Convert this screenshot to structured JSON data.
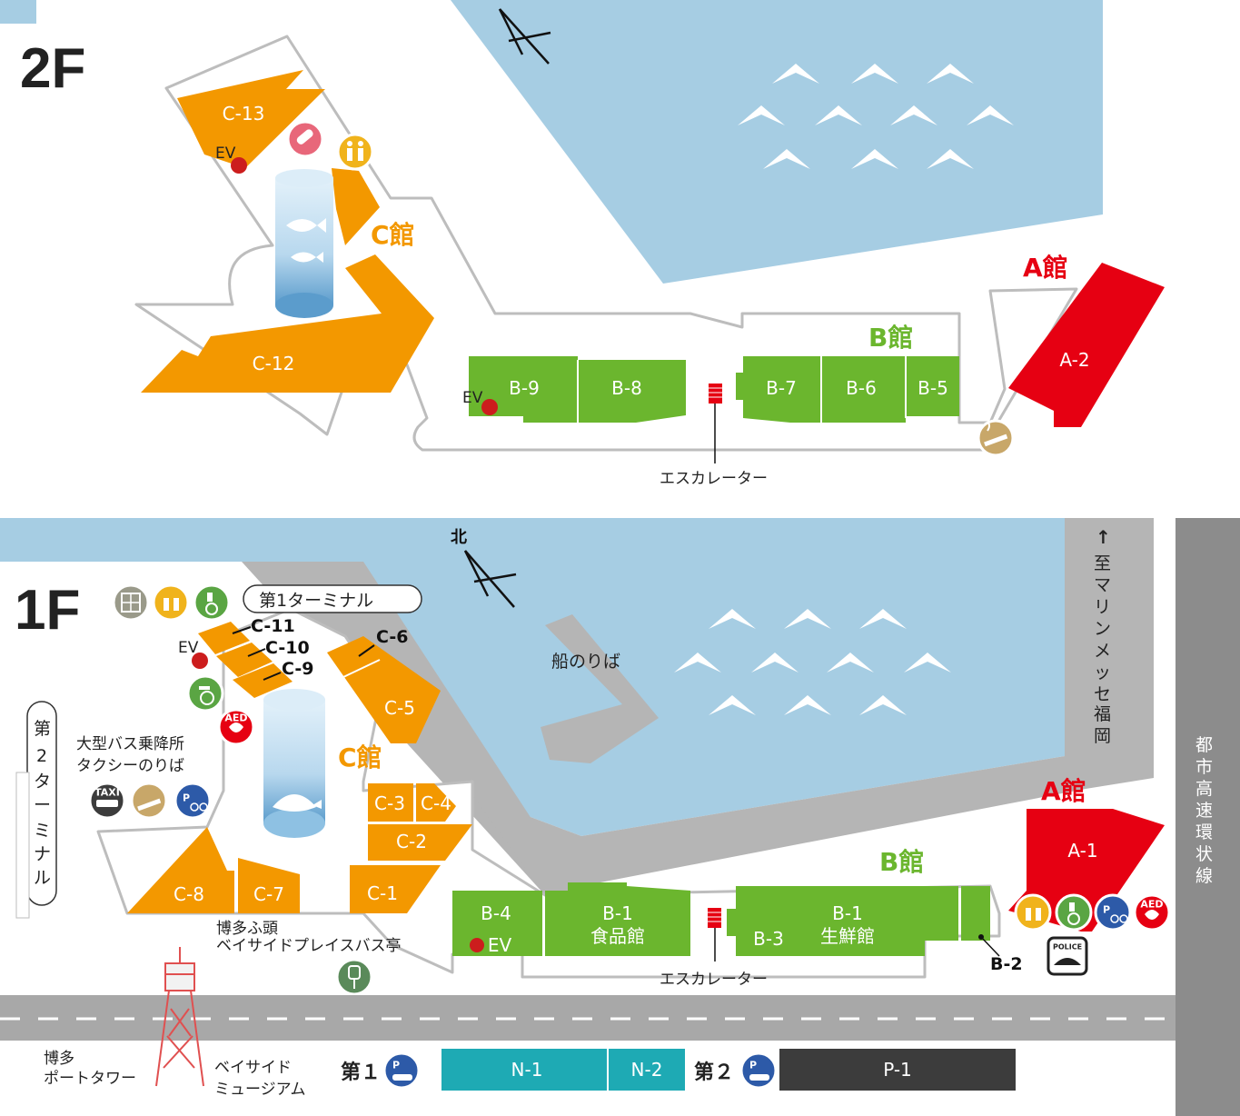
{
  "floors": {
    "upper": {
      "title": "2F",
      "halls": {
        "a": "A館",
        "b": "B館",
        "c": "C館"
      },
      "stores": {
        "c13": "C-13",
        "c12": "C-12",
        "b9": "B-9",
        "b8": "B-8",
        "b7": "B-7",
        "b6": "B-6",
        "b5": "B-5",
        "a2": "A-2"
      },
      "ev_c": "EV",
      "ev_b": "EV",
      "escalator": "エスカレーター"
    },
    "ground": {
      "title": "1F",
      "north": "北",
      "halls": {
        "a": "A館",
        "b": "B館",
        "c": "C館"
      },
      "stores": {
        "c11": "C-11",
        "c10": "C-10",
        "c9": "C-9",
        "c6": "C-6",
        "c5": "C-5",
        "c4": "C-4",
        "c3": "C-3",
        "c2": "C-2",
        "c1": "C-1",
        "c8": "C-8",
        "c7": "C-7",
        "b4": "B-4",
        "b1a": "B-1",
        "b1a_sub": "食品館",
        "b1b": "B-1",
        "b1b_sub": "生鮮館",
        "b3": "B-3",
        "b2": "B-2",
        "a1": "A-1",
        "n1": "N-1",
        "n2": "N-2",
        "p1": "P-1"
      },
      "ev_c": "EV",
      "ev_b": "EV",
      "escalator": "エスカレーター",
      "terminal1": "第1ターミナル",
      "terminal2": [
        "第",
        "2",
        "タ",
        "ー",
        "ミ",
        "ナ",
        "ル"
      ],
      "boarding": "船のりば",
      "bus_line1": "大型バス乗降所",
      "bus_line2": "タクシーのりば",
      "bus_stop_line1": "博多ふ頭",
      "bus_stop_line2": "ベイサイドプレイスバス亭",
      "marine_arrow": "↑",
      "marine": [
        "至",
        "マ",
        "リ",
        "ン",
        "メ",
        "ッ",
        "セ",
        "福",
        "岡"
      ],
      "highway": [
        "都",
        "市",
        "高",
        "速",
        "環",
        "状",
        "線"
      ],
      "tower_line1": "博多",
      "tower_line2": "ポートタワー",
      "museum_line1": "ベイサイド",
      "museum_line2": "ミュージアム",
      "parking1": "第１",
      "parking2": "第２"
    }
  },
  "icons": {
    "taxi": "TAXI",
    "aed": "AED",
    "police": "POLICE",
    "parking": "P"
  },
  "colors": {
    "sea": "#a6cde3",
    "c_hall": "#f39800",
    "b_hall": "#6bb62e",
    "a_hall": "#e60012",
    "road": "#b5b5b5",
    "parking_n": "#1eaab4",
    "parking_p": "#3c3c3c"
  }
}
